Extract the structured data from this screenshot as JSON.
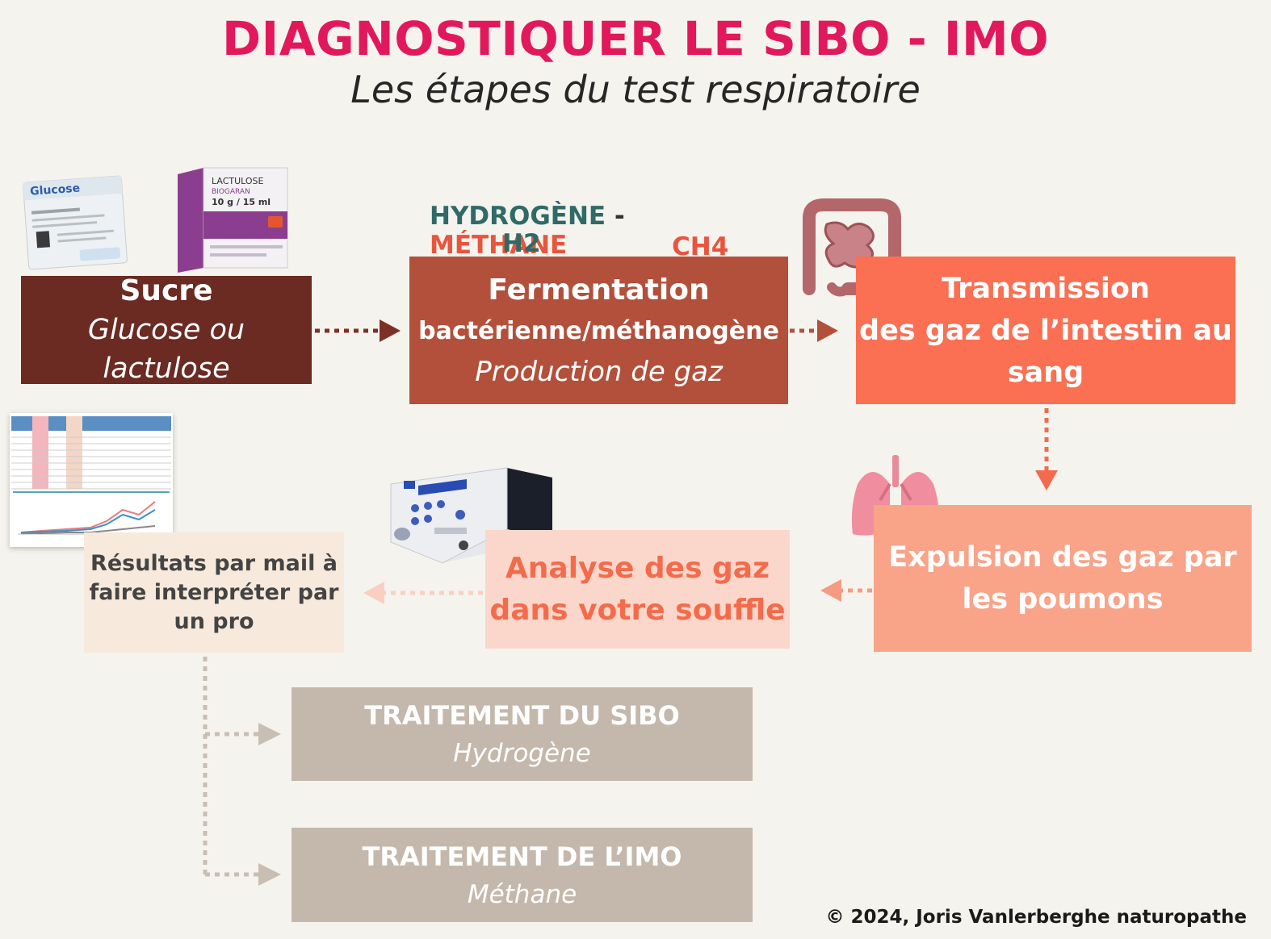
{
  "header": {
    "title": "DIAGNOSTIQUER LE SIBO - IMO",
    "subtitle": "Les étapes du test respiratoire"
  },
  "gases": {
    "hydrogen": "HYDROGÈNE",
    "separator": "-",
    "methane": "MÉTHANE",
    "h2": "H2",
    "ch4": "CH4"
  },
  "steps": {
    "sucre": {
      "title": "Sucre",
      "sub": "Glucose ou lactulose"
    },
    "fermentation": {
      "title": "Fermentation",
      "line2": "bactérienne/méthanogène",
      "sub": "Production de gaz"
    },
    "transmission": {
      "line1": "Transmission",
      "line2": "des gaz de l’intestin au",
      "line3": "sang"
    },
    "expulsion": {
      "line1": "Expulsion des gaz par",
      "line2": "les poumons"
    },
    "analyse": {
      "line1": "Analyse des gaz",
      "line2": "dans votre souffle"
    },
    "resultats": {
      "line1": "Résultats par mail à",
      "line2": "faire interpréter par",
      "line3": "un pro"
    }
  },
  "treatments": {
    "sibo": {
      "title": "TRAITEMENT DU SIBO",
      "sub": "Hydrogène"
    },
    "imo": {
      "title": "TRAITEMENT DE L’IMO",
      "sub": "Méthane"
    }
  },
  "package_labels": {
    "glucose": "Glucose",
    "lactulose": "LACTULOSE",
    "biogaran": "BIOGARAN",
    "dose": "10 g / 15 ml"
  },
  "footer": {
    "copyright": "© 2024, Joris Vanlerberghe naturopathe"
  },
  "colors": {
    "title": "#e2185d",
    "sucre": "#6b2a22",
    "fermentation": "#b3503b",
    "transmission": "#fb6f52",
    "expulsion": "#f9a389",
    "analyse": "#fbd7cb",
    "resultats": "#f7e9dc",
    "treatment": "#c4b8ac"
  },
  "icons": [
    "glucose-sachet-image",
    "lactulose-box-image",
    "intestine-icon",
    "lungs-icon",
    "breath-analyzer-image",
    "results-sheet-image"
  ]
}
